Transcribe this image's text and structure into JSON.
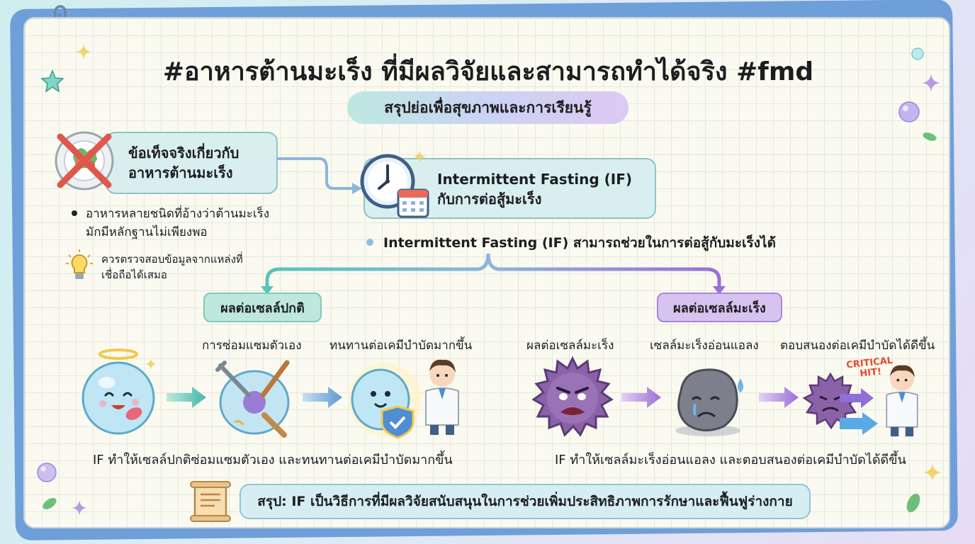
{
  "title": "#อาหารต้านมะเร็ง ที่มีผลวิจัยและสามารถทำได้จริง #fmd",
  "subtitle": "สรุปย่อเพื่อสุขภาพและการเรียนรู้",
  "facts_box": {
    "line1": "ข้อเท็จจริงเกี่ยวกับ",
    "line2": "อาหารต้านมะเร็ง",
    "bullet_line1": "อาหารหลายชนิดที่อ้างว่าต้านมะเร็ง",
    "bullet_line2": "มักมีหลักฐานไม่เพียงพอ",
    "tip_line1": "ควรตรวจสอบข้อมูลจากแหล่งที่",
    "tip_line2": "เชื่อถือได้เสมอ"
  },
  "if_box": {
    "line1": "Intermittent Fasting (IF)",
    "line2": "กับการต่อสู้มะเร็ง",
    "bullet": "Intermittent Fasting (IF) สามารถช่วยในการต่อสู้กับมะเร็งได้"
  },
  "normal_cells": {
    "label": "ผลต่อเซลล์ปกติ",
    "caption1": "การซ่อมแซมตัวเอง",
    "caption2": "ทนทานต่อเคมีบำบัดมากขึ้น",
    "summary": "IF ทำให้เซลล์ปกติซ่อมแซมตัวเอง และทนทานต่อเคมีบำบัดมากขึ้น"
  },
  "cancer_cells": {
    "label": "ผลต่อเซลล์มะเร็ง",
    "caption1": "ผลต่อเซลล์มะเร็ง",
    "caption2": "เซลล์มะเร็งอ่อนแอลง",
    "caption3": "ตอบสนองต่อเคมีบำบัดได้ดีขึ้น",
    "critical_line1": "CRITICAL",
    "critical_line2": "HIT!",
    "summary": "IF ทำให้เซลล์มะเร็งอ่อนแอลง และตอบสนองต่อเคมีบำบัดได้ดีขึ้น"
  },
  "conclusion": "สรุป: IF เป็นวิธีการที่มีผลวิจัยสนับสนุนในการช่วยเพิ่มประสิทธิภาพการรักษาและฟื้นฟูร่างกาย",
  "icons": [
    "no-food-icon",
    "clock-icon",
    "calendar-icon",
    "lightbulb-icon",
    "happy-cell-icon",
    "cell-repair-icon",
    "shield-cell-icon",
    "doctor-icon",
    "angry-cancer-cell-icon",
    "weak-cancer-cell-icon",
    "defeated-cancer-cell-icon",
    "scroll-icon",
    "paperclip-icon",
    "star-icon",
    "sparkle-icon",
    "bubble-icon",
    "leaf-icon"
  ],
  "colors": {
    "teal": "#57c4b8",
    "purple": "#9b6fd6",
    "box_fill": "#d9efef",
    "page_blue": "#6f9fd8"
  }
}
